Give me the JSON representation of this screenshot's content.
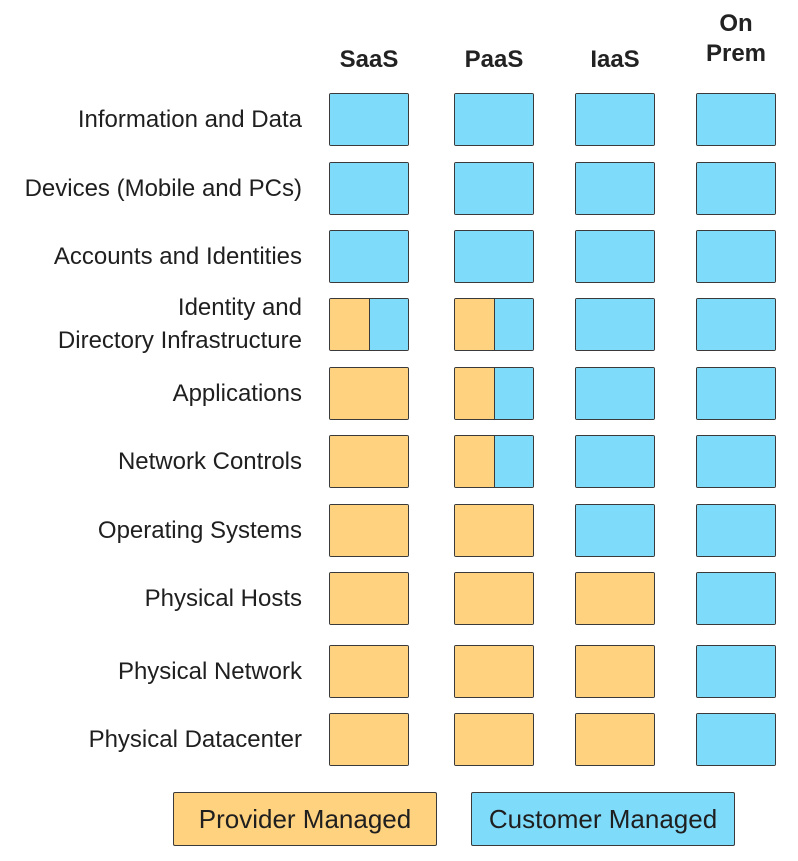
{
  "colors": {
    "provider": "#FFD27F",
    "customer": "#7FDBFA",
    "border": "#3a3a3a"
  },
  "columns": [
    {
      "key": "saas",
      "lines": [
        "SaaS"
      ]
    },
    {
      "key": "paas",
      "lines": [
        "PaaS"
      ]
    },
    {
      "key": "iaas",
      "lines": [
        "IaaS"
      ]
    },
    {
      "key": "onprem",
      "lines": [
        "On",
        "Prem"
      ]
    }
  ],
  "rows": [
    {
      "lines": [
        "Information and Data"
      ],
      "provider_share": [
        0,
        0,
        0,
        0
      ]
    },
    {
      "lines": [
        "Devices (Mobile and PCs)"
      ],
      "provider_share": [
        0,
        0,
        0,
        0
      ]
    },
    {
      "lines": [
        "Accounts and Identities"
      ],
      "provider_share": [
        0,
        0,
        0,
        0
      ]
    },
    {
      "lines": [
        "Identity and",
        "Directory Infrastructure"
      ],
      "provider_share": [
        0.5,
        0.5,
        0,
        0
      ]
    },
    {
      "lines": [
        "Applications"
      ],
      "provider_share": [
        1,
        0.5,
        0,
        0
      ]
    },
    {
      "lines": [
        "Network Controls"
      ],
      "provider_share": [
        1,
        0.5,
        0,
        0
      ]
    },
    {
      "lines": [
        "Operating Systems"
      ],
      "provider_share": [
        1,
        1,
        0,
        0
      ]
    },
    {
      "lines": [
        "Physical Hosts"
      ],
      "provider_share": [
        1,
        1,
        1,
        0
      ]
    },
    {
      "lines": [
        "Physical Network"
      ],
      "provider_share": [
        1,
        1,
        1,
        0
      ]
    },
    {
      "lines": [
        "Physical Datacenter"
      ],
      "provider_share": [
        1,
        1,
        1,
        0
      ]
    }
  ],
  "legend": {
    "provider_label": "Provider Managed",
    "customer_label": "Customer Managed"
  }
}
